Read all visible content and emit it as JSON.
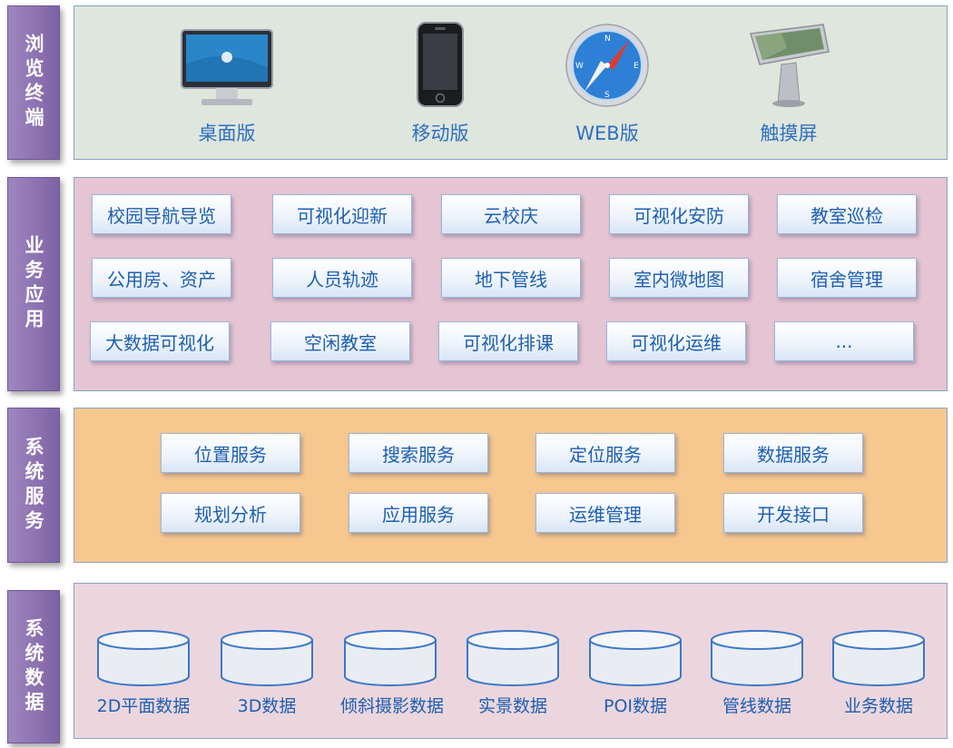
{
  "layers": {
    "terminal": "浏览终端",
    "business": "业务应用",
    "service": "系统服务",
    "data": "系统数据"
  },
  "devices": [
    {
      "label": "桌面版",
      "icon": "desktop-monitor-icon"
    },
    {
      "label": "移动版",
      "icon": "mobile-phone-icon"
    },
    {
      "label": "WEB版",
      "icon": "safari-compass-icon"
    },
    {
      "label": "触摸屏",
      "icon": "touch-kiosk-icon"
    }
  ],
  "business_apps": [
    [
      "校园导航导览",
      "可视化迎新",
      "云校庆",
      "可视化安防",
      "教室巡检"
    ],
    [
      "公用房、资产",
      "人员轨迹",
      "地下管线",
      "室内微地图",
      "宿舍管理"
    ],
    [
      "大数据可视化",
      "空闲教室",
      "可视化排课",
      "可视化运维",
      "..."
    ]
  ],
  "services": [
    [
      "位置服务",
      "搜索服务",
      "定位服务",
      "数据服务"
    ],
    [
      "规划分析",
      "应用服务",
      "运维管理",
      "开发接口"
    ]
  ],
  "data_stores": [
    "2D平面数据",
    "3D数据",
    "倾斜摄影数据",
    "实景数据",
    "POI数据",
    "管线数据",
    "业务数据"
  ],
  "colors": {
    "terminal_bg": "#dfe6dd",
    "business_bg": "#e5c5d3",
    "service_bg": "#f6c890",
    "data_bg": "#ecd6de",
    "side_label": "#8c70b0",
    "text_blue": "#1e5fb1"
  }
}
